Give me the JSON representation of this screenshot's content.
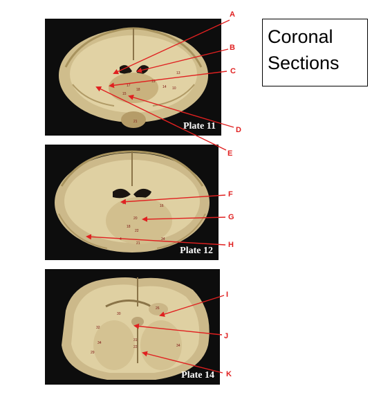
{
  "title": {
    "line1": "Coronal",
    "line2": "Sections"
  },
  "plates": [
    {
      "label": "Plate 11"
    },
    {
      "label": "Plate 12"
    },
    {
      "label": "Plate 14"
    }
  ],
  "callouts": [
    "A",
    "B",
    "C",
    "D",
    "E",
    "F",
    "G",
    "H",
    "I",
    "J",
    "K"
  ],
  "colors": {
    "arrow": "#e02020",
    "plate_bg": "#0d0d0d",
    "tissue": "#d8c79a"
  }
}
